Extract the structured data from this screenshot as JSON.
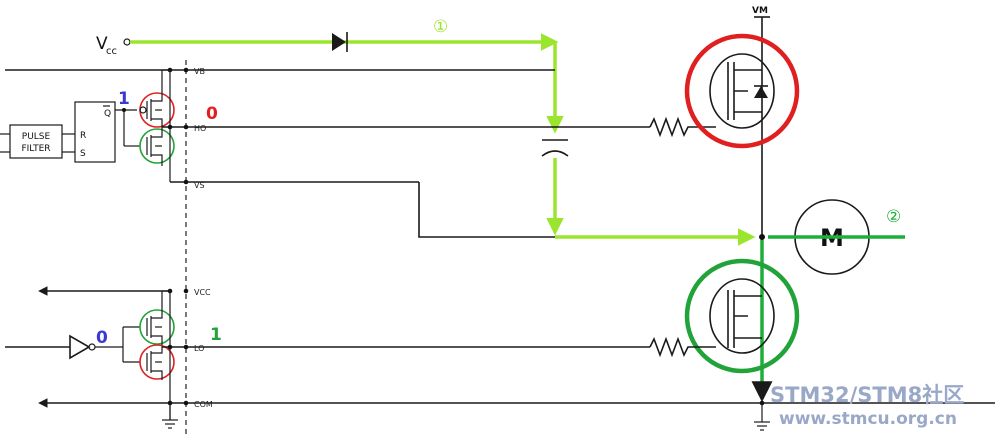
{
  "labels": {
    "vcc": "V",
    "vcc_sub": "cc",
    "vm": "VM",
    "motor": "M",
    "pulse_filter_line1": "PULSE",
    "pulse_filter_line2": "FILTER",
    "ff_r": "R",
    "ff_s": "S",
    "ff_q": "Q",
    "pin_vb": "VB",
    "pin_ho": "HO",
    "pin_vs": "VS",
    "pin_vcc": "VCC",
    "pin_lo": "LO",
    "pin_com": "COM",
    "step1": "①",
    "step2": "②",
    "hi_left_state": "1",
    "hi_right_state": "0",
    "lo_left_state": "0",
    "lo_right_state": "1",
    "watermark_line1": "STM32/STM8社区",
    "watermark_line2": "www.stmcu.org.cn"
  },
  "colors": {
    "current_path": "#9be52f",
    "current_path_dark": "#1fae3a",
    "off_ring": "#e02020",
    "on_ring": "#22a33a",
    "state_blue": "#3a3ad0",
    "state_red": "#e02020",
    "state_green": "#22a33a",
    "watermark": "#9aa8c8"
  }
}
